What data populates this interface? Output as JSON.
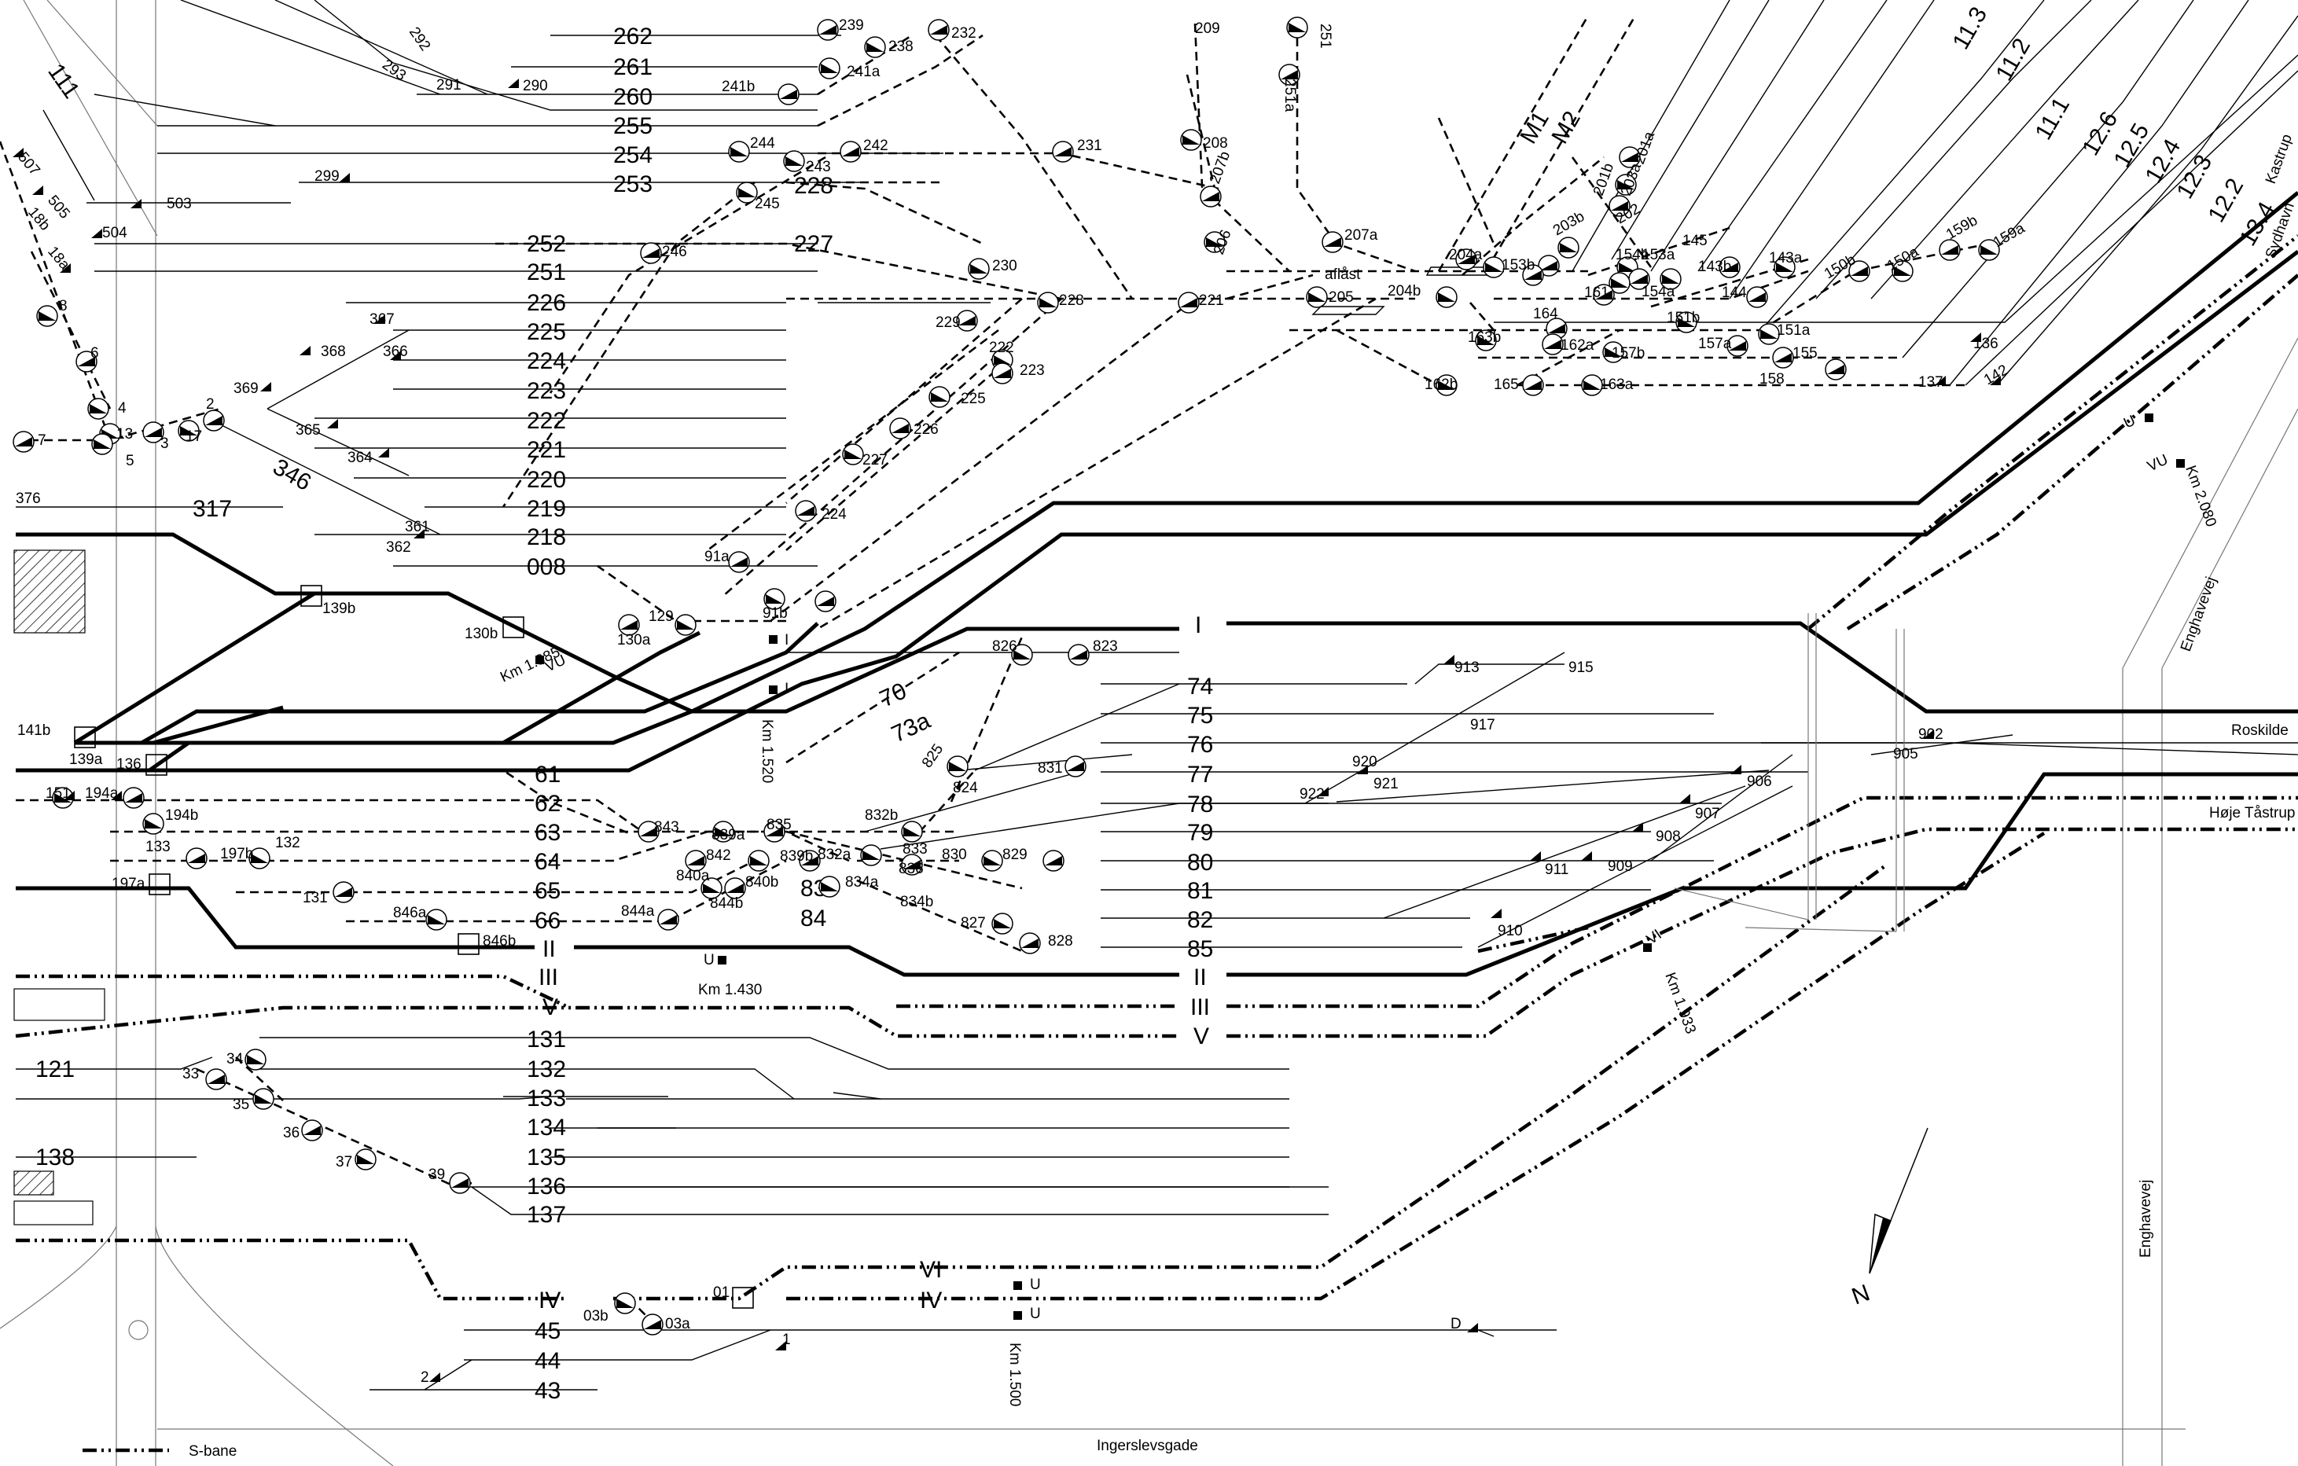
{
  "track_labels": {
    "t262": "262",
    "t261": "261",
    "t260": "260",
    "t255": "255",
    "t254": "254",
    "t253": "253",
    "t228": "228",
    "t227": "227",
    "t252": "252",
    "t251": "251",
    "t226": "226",
    "t225": "225",
    "t224": "224",
    "t223": "223",
    "t222": "222",
    "t221": "221",
    "t220": "220",
    "t219": "219",
    "t218": "218",
    "t008": "008",
    "t317": "317",
    "t346": "346",
    "t111": "111",
    "t376": "376",
    "tI": "I",
    "t74": "74",
    "t75": "75",
    "t76": "76",
    "t77": "77",
    "t78": "78",
    "t79": "79",
    "t80": "80",
    "t81": "81",
    "t82": "82",
    "t85": "85",
    "t83": "83",
    "t84": "84",
    "t70": "70",
    "t73a": "73a",
    "t61": "61",
    "t62": "62",
    "t63": "63",
    "t64": "64",
    "t65": "65",
    "t66": "66",
    "tII": "II",
    "tII2": "II",
    "tIII": "III",
    "tIII2": "III",
    "tV": "V",
    "tV2": "V",
    "t131": "131",
    "t132": "132",
    "t133": "133",
    "t134": "134",
    "t135": "135",
    "t136": "136",
    "t137": "137",
    "t121": "121",
    "t138": "138",
    "tIV": "IV",
    "tIV2": "IV",
    "tVI": "VI",
    "t45": "45",
    "t44": "44",
    "t43": "43",
    "tM1": "M1",
    "tM2": "M2",
    "t113": "11.3",
    "t112": "11.2",
    "t111b": "11.1",
    "t126": "12.6",
    "t125": "12.5",
    "t124": "12.4",
    "t123": "12.3",
    "t122": "12.2",
    "t134b": "13.4"
  },
  "switch_labels": {
    "s239": "239",
    "s238": "238",
    "s232": "232",
    "s241a": "241a",
    "s241b": "241b",
    "s244": "244",
    "s242": "242",
    "s243": "243",
    "s231": "231",
    "s245": "245",
    "s246": "246",
    "s230": "230",
    "s229": "229",
    "s228": "228",
    "s221": "221",
    "s222": "222",
    "s223": "223",
    "s225": "225",
    "s226": "226",
    "s227": "227",
    "s224": "224",
    "s209": "209",
    "s208": "208",
    "s207b": "207b",
    "s206": "206",
    "s207a": "207a",
    "s251": "251",
    "s251a": "251a",
    "s205": "205",
    "s204a": "204a",
    "s204b": "204b",
    "s293": "293",
    "s292": "292",
    "s291": "291",
    "s290": "290",
    "s299": "299",
    "s503": "503",
    "s504": "504",
    "s507": "507",
    "s505": "505",
    "s18b": "18b",
    "s18a": "18a",
    "s8": "8",
    "s6": "6",
    "s4": "4",
    "s13": "13",
    "s7": "7",
    "s5": "5",
    "s3": "3",
    "s2": "2",
    "s17": "17",
    "s369": "369",
    "s367": "367",
    "s368": "368",
    "s366": "366",
    "s365": "365",
    "s364": "364",
    "s361": "361",
    "s362": "362",
    "s91a": "91a",
    "s91b": "91b",
    "s129": "129",
    "s130a": "130a",
    "s130b": "130b",
    "s139b": "139b",
    "s139a": "139a",
    "s141b": "141b",
    "s136": "136",
    "s201a": "201a",
    "s201b": "201b",
    "s203a": "203a",
    "s203b": "203b",
    "s202": "202",
    "s153b": "153b",
    "s154b": "154b",
    "s153a": "153a",
    "s154a": "154a",
    "s161": "161",
    "s145": "145",
    "s143b": "143b",
    "s143a": "143a",
    "s144": "144",
    "s151b": "151b",
    "s150b": "150b",
    "s150a": "150a",
    "s159b": "159b",
    "s159a": "159a",
    "s164": "164",
    "s163b": "163b",
    "s162a": "162a",
    "s157b": "157b",
    "s157a": "157a",
    "s151a": "151a",
    "s155": "155",
    "s162b": "162b",
    "s165": "165",
    "s163a": "163a",
    "s158": "158",
    "s137": "137",
    "s142": "142",
    "s136b": "136",
    "s826": "826",
    "s823": "823",
    "s825": "825",
    "s824": "824",
    "s831": "831",
    "s913": "913",
    "s915": "915",
    "s917": "917",
    "s920": "920",
    "s921": "921",
    "s922": "922",
    "s906": "906",
    "s907": "907",
    "s908": "908",
    "s909": "909",
    "s911": "911",
    "s910": "910",
    "s902": "902",
    "s905": "905",
    "s151": "151",
    "s194a": "194a",
    "s194b": "194b",
    "s133": "133",
    "s197b": "197b",
    "s197a": "197a",
    "s132": "132",
    "s131": "131",
    "s846a": "846a",
    "s846b": "846b",
    "s843": "843",
    "s839a": "839a",
    "s835": "835",
    "s832b": "832b",
    "s842": "842",
    "s839b": "839b",
    "s832a": "832a",
    "s833": "833",
    "s830": "830",
    "s829": "829",
    "s840a": "840a",
    "s840b": "840b",
    "s834a": "834a",
    "s836": "836",
    "s844a": "844a",
    "s844b": "844b",
    "s834b": "834b",
    "s827": "827",
    "s828": "828",
    "s34": "34",
    "s33": "33",
    "s35": "35",
    "s36": "36",
    "s37": "37",
    "s39": "39",
    "s03b": "03b",
    "s03a": "03a",
    "s01": "01",
    "s1": "1",
    "s2b": "2",
    "sD": "D"
  },
  "annotations": {
    "aflast": "aflåst",
    "km1385": "Km 1.385",
    "km1520": "Km 1.520",
    "km1430": "Km 1.430",
    "km1933": "Km 1.933",
    "km2080": "Km 2.080",
    "km1500": "Km 1.500",
    "vu1": "VU",
    "vu2": "VU",
    "vi": "VI",
    "u1": "U",
    "u2": "U",
    "u3": "U",
    "u4": "U",
    "i1": "I",
    "i2": "I"
  },
  "destinations": {
    "roskilde": "Roskilde",
    "hoje_taastrup": "Høje Tåstrup",
    "kastrup": "Kastrup",
    "sydhavn": "Sydhavn"
  },
  "streets": {
    "enghavevej_top": "Enghavevej",
    "enghavevej_bottom": "Enghavevej",
    "ingerslevsgade": "Ingerslevsgade"
  },
  "legend": {
    "s_bane": "S-bane"
  },
  "compass": {
    "north_label": "N"
  }
}
